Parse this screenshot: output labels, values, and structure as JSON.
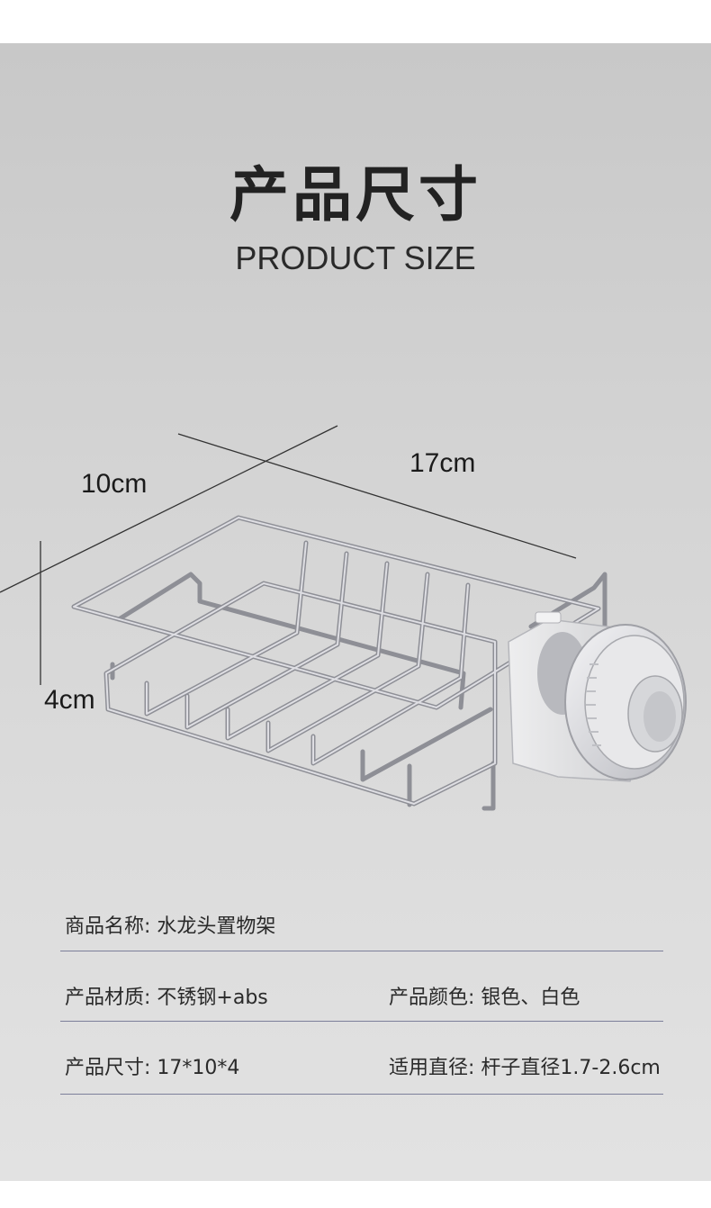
{
  "header": {
    "title_cn": "产品尺寸",
    "title_en": "PRODUCT SIZE"
  },
  "dimensions": {
    "width": "10cm",
    "length": "17cm",
    "height": "4cm"
  },
  "specs": {
    "name": "商品名称: 水龙头置物架",
    "material": "产品材质: 不锈钢+abs",
    "color": "产品颜色: 银色、白色",
    "size": "产品尺寸: 17*10*4",
    "diameter": "适用直径: 杆子直径1.7-2.6cm"
  },
  "colors": {
    "background_top": "#c8c8c8",
    "background_bottom": "#e2e2e2",
    "divider": "#7c7f9a",
    "wire": "#b8b8be"
  }
}
